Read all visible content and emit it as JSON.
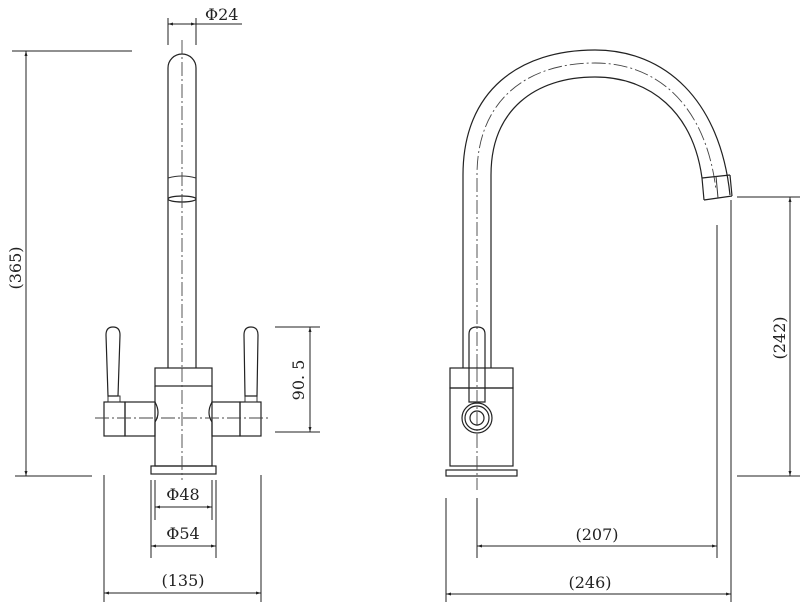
{
  "drawing": {
    "type": "technical-dimension-drawing",
    "subject": "two-handle mixer tap (front and side views)",
    "units": "mm",
    "line_color": "#222222",
    "background": "#ffffff"
  },
  "front_view": {
    "dimensions": {
      "spout_diameter": "Φ24",
      "overall_height": "(365)",
      "handle_height": "90. 5",
      "base_inner_diameter": "Φ48",
      "base_outer_diameter": "Φ54",
      "overall_width": "(135)"
    }
  },
  "side_view": {
    "dimensions": {
      "spout_outlet_height": "(242)",
      "spout_reach": "(207)",
      "overall_depth": "(246)"
    }
  }
}
